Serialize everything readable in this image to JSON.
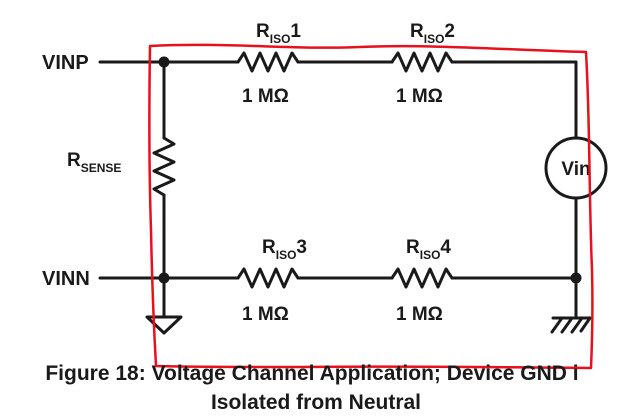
{
  "nodes": {
    "vinp": "VINP",
    "vinn": "VINN"
  },
  "components": {
    "r_sense": {
      "main": "R",
      "sub": "SENSE"
    },
    "r_iso1": {
      "main": "R",
      "sub": "ISO",
      "suffix": "1",
      "value": "1 MΩ"
    },
    "r_iso2": {
      "main": "R",
      "sub": "ISO",
      "suffix": "2",
      "value": "1 MΩ"
    },
    "r_iso3": {
      "main": "R",
      "sub": "ISO",
      "suffix": "3",
      "value": "1 MΩ"
    },
    "r_iso4": {
      "main": "R",
      "sub": "ISO",
      "suffix": "4",
      "value": "1 MΩ"
    },
    "vin_source": "Vin"
  },
  "caption": {
    "line1": "Figure 18: Voltage Channel Application; Device GND i",
    "line2": "Isolated from Neutral"
  },
  "annotation": {
    "color": "#e8101c"
  },
  "colors": {
    "ink": "#1a1a1a"
  }
}
